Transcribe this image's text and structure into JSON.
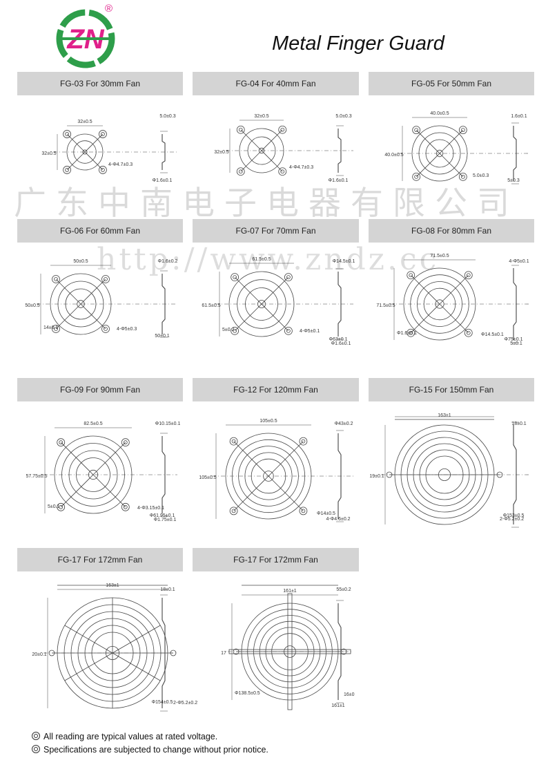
{
  "header": {
    "logo_text": "ZN",
    "registered_mark": "®",
    "title": "Metal Finger Guard"
  },
  "watermark": {
    "company": "广东中南电子电器有限公司",
    "url": "http://www.zndz.cc"
  },
  "products": [
    {
      "label": "FG-03 For 30mm Fan",
      "dims": [
        "32±0.5",
        "32±0.5",
        "4-Φ4.7±0.3",
        "5.0±0.3",
        "Φ1.6±0.1"
      ]
    },
    {
      "label": "FG-04 For 40mm Fan",
      "dims": [
        "32±0.5",
        "32±0.5",
        "4-Φ4.7±0.3",
        "5.0±0.3",
        "Φ1.6±0.1"
      ]
    },
    {
      "label": "FG-05 For 50mm Fan",
      "dims": [
        "40.0±0.5",
        "40.0±0.5",
        "5.0±0.3",
        "1.6±0.1",
        "5±0.3"
      ]
    },
    {
      "label": "FG-06 For 60mm Fan",
      "dims": [
        "50±0.5",
        "50±0.5",
        "4-Φ5±0.3",
        "Φ1.6±0.2",
        "50±0.1",
        "14±0.1"
      ]
    },
    {
      "label": "FG-07 For 70mm Fan",
      "dims": [
        "61.5±0.5",
        "61.5±0.5",
        "4-Φ5±0.1",
        "Φ14.5±0.1",
        "Φ63±0.1",
        "5±0.2",
        "Φ1.6±0.1"
      ]
    },
    {
      "label": "FG-08 For 80mm Fan",
      "dims": [
        "71.5±0.5",
        "71.5±0.5",
        "Φ14.5±0.1",
        "4-Φ5±0.1",
        "Φ75±0.1",
        "Φ1.6±0.1",
        "5±0.1"
      ]
    },
    {
      "label": "FG-09 For 90mm Fan",
      "dims": [
        "82.5±0.5",
        "57.75±0.5",
        "4-Φ3.15±0.1",
        "Φ10.15±0.1",
        "Φ61.95±0.1",
        "5±0.1",
        "Φ1.75±0.1"
      ]
    },
    {
      "label": "FG-12 For 120mm Fan",
      "dims": [
        "105±0.5",
        "105±0.5",
        "Φ14±0.5",
        "Φ43±0.2",
        "4-Φ4.6±0.2"
      ]
    },
    {
      "label": "FG-15 For 150mm Fan",
      "dims": [
        "163±1",
        "19±0.1",
        "2-Φ5.2±0.2",
        "18±0.1",
        "Φ153±0.5"
      ]
    },
    {
      "label": "FG-17 For 172mm Fan",
      "dims": [
        "163±1",
        "20±0.1",
        "2-Φ5.2±0.2",
        "18±0.1",
        "Φ154±0.5"
      ]
    },
    {
      "label": "FG-17 For 172mm Fan",
      "dims": [
        "161±1",
        "17",
        "16±0",
        "55±0.2",
        "161±1",
        "Φ138.5±0.5"
      ]
    }
  ],
  "notes": [
    "All reading are typical values at rated voltage.",
    "Specifications are subjected to change without prior notice."
  ],
  "colors": {
    "logo_green": "#2e9e4a",
    "logo_pink": "#e0208a",
    "header_bg": "#d4d4d4"
  }
}
